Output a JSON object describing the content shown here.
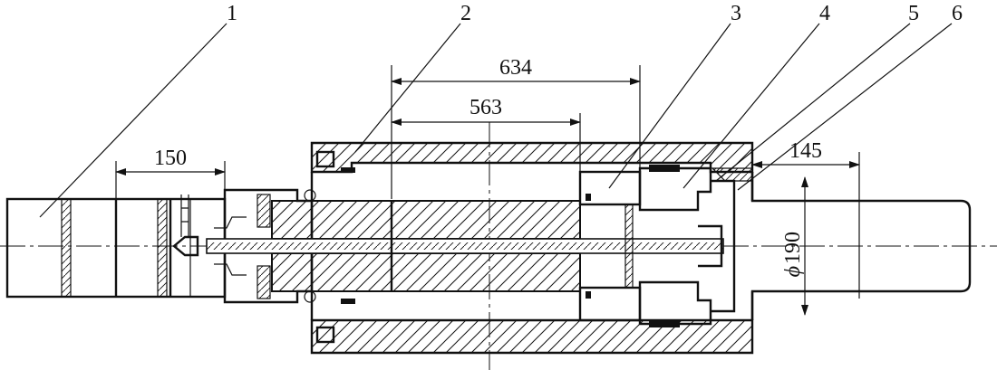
{
  "part_numbers": [
    "1",
    "2",
    "3",
    "4",
    "5",
    "6"
  ],
  "dimensions": {
    "d634": "634",
    "d563": "563",
    "d150": "150",
    "d145": "145",
    "d190": "190",
    "diameter_symbol": "ϕ"
  },
  "colors": {
    "line": "#111111",
    "background": "#ffffff",
    "fill_dark": "#111111"
  }
}
